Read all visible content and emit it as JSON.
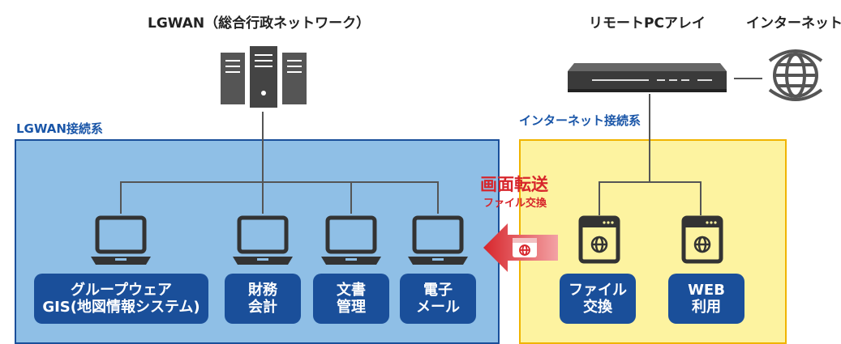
{
  "titles": {
    "lgwan": "LGWAN（総合行政ネットワーク）",
    "remote": "リモートPCアレイ",
    "internet": "インターネット"
  },
  "zones": {
    "lgwan_label": "LGWAN接続系",
    "internet_label": "インターネット接続系"
  },
  "transfer": {
    "main": "画面転送",
    "sub": "ファイル交換"
  },
  "apps_left": [
    {
      "line1": "グループウェア",
      "line2": "GIS(地図情報システム)"
    },
    {
      "line1": "財務",
      "line2": "会計"
    },
    {
      "line1": "文書",
      "line2": "管理"
    },
    {
      "line1": "電子",
      "line2": "メール"
    }
  ],
  "apps_right": [
    {
      "line1": "ファイル",
      "line2": "交換"
    },
    {
      "line1": "WEB",
      "line2": "利用"
    }
  ],
  "colors": {
    "lgwan_zone": "#8fbfe6",
    "internet_zone": "#fdf3a0",
    "app_box": "#1a4f9a",
    "arrow_red": "#d7252b"
  }
}
